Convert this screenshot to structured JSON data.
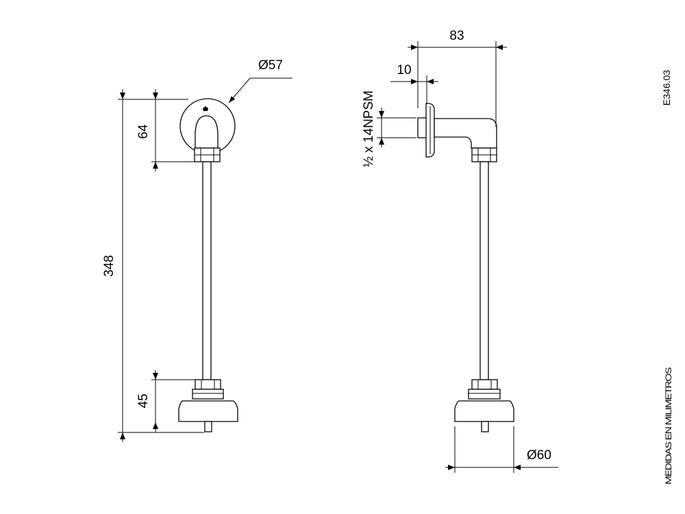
{
  "drawing_code": "E346.03",
  "units_note": "MEDIDAS EN MILIMETROS",
  "front_view": {
    "dim_total_height": "348",
    "dim_head_height": "64",
    "dim_base_height": "45",
    "dim_flange_diameter": "Ø57"
  },
  "side_view": {
    "dim_projection": "83",
    "dim_flange_thickness": "10",
    "dim_thread": "½ x 14NPSM",
    "dim_base_diameter": "Ø60"
  }
}
